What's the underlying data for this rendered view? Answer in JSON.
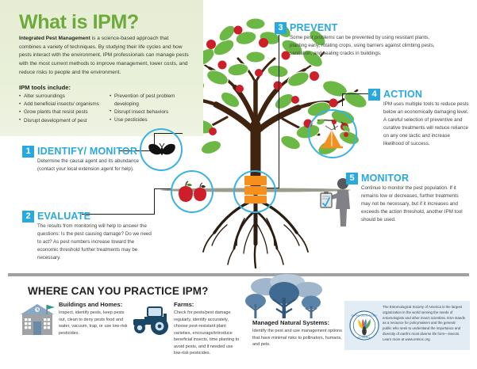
{
  "colors": {
    "panel_green": "#e8efd6",
    "title_green": "#6cab3b",
    "accent_blue": "#29a8de",
    "circle_blue": "#3ab3e2",
    "orange": "#f5901f",
    "divider_gray": "#9fa2a4",
    "esa_box_blue": "#e2ecf4",
    "body_text": "#3a403a"
  },
  "header": {
    "title": "What is IPM?",
    "intro_bold": "Integrated Pest Management",
    "intro_rest": " is a science-based approach that combines a variety of techniques. By studying their life cycles and how pests interact with the environment, IPM professionals can manage pests with the most current methods to improve management, lower costs, and reduce risks to people and the environment.",
    "tools_heading": "IPM tools include:",
    "tools_col1": [
      "Alter surroundings",
      "Add beneficial insects/ organisms",
      "Grow plants that resist pests",
      "Disrupt development of pest"
    ],
    "tools_col2": [
      "Prevention of pest problem developing",
      "Disrupt insect behaviors",
      "Use pesticides"
    ]
  },
  "steps": [
    {
      "number": "1",
      "heading": "IDENTIFY/ MONITOR",
      "body": "Determine the causal agent and its abundance (contact your local extension agent for help)."
    },
    {
      "number": "2",
      "heading": "EVALUATE",
      "body": "The results from monitoring will help to answer the questions: Is the pest causing damage? Do we need to act? As pest numbers increase toward the economic threshold further treatments may be necessary."
    },
    {
      "number": "3",
      "heading": "PREVENT",
      "body": "Some pest problems can be prevented by using resistant plants, planting early, rotating crops, using barriers against climbing pests, sanitation, and sealing cracks in buildings."
    },
    {
      "number": "4",
      "heading": "ACTION",
      "body": "IPM uses multiple tools to reduce pests below an economically damaging level. A careful selection of preventive and curative treatments will reduce reliance on any one tactic and increase likelihood of success."
    },
    {
      "number": "5",
      "heading": "MONITOR",
      "body": "Continue to monitor the pest population. If it remains low or decreases, further treatments may not be necessary, but if it increases and exceeds the action threshold, another IPM tool should be used."
    }
  ],
  "illustration": {
    "moth_icon": "moth-icon",
    "apples_icon": "apples-icon",
    "trunk_band_icon": "trunk-barrier-band-icon",
    "tent_trap_icon": "tent-trap-icon",
    "scout_icon": "scout-with-clipboard-icon",
    "tree_icon": "apple-tree-icon"
  },
  "bottom": {
    "title": "WHERE CAN YOU PRACTICE IPM?",
    "columns": [
      {
        "icon": "house-building-icon",
        "heading": "Buildings and Homes:",
        "body": "Inspect, identify pests, keep pests out, clean to deny pests food and water, vacuum, trap, or use low-risk pesticides."
      },
      {
        "icon": "tractor-icon",
        "heading": "Farms:",
        "body": "Check for pests/pest damage regularly, identify accurately, choose pest-resistant plant varieties, encourage/introduce beneficial insects, time planting to avoid pests, and if needed use low-risk pesticides."
      },
      {
        "icon": "forest-trees-icon",
        "heading": "Managed Natural Systems:",
        "body": "Identify the pest and use management options that have minimal risks to pollinators, humans, and pets."
      }
    ]
  },
  "esa": {
    "logo": "entomological-society-of-america-logo",
    "text": "The Entomological Society of America is the largest organization in the world serving the needs of entomologists and other insect scientists. ESA stands as a resource for policymakers and the general public who seek to understand the importance and diversity of earth's most diverse life form—insects. Learn more at www.entsoc.org."
  }
}
